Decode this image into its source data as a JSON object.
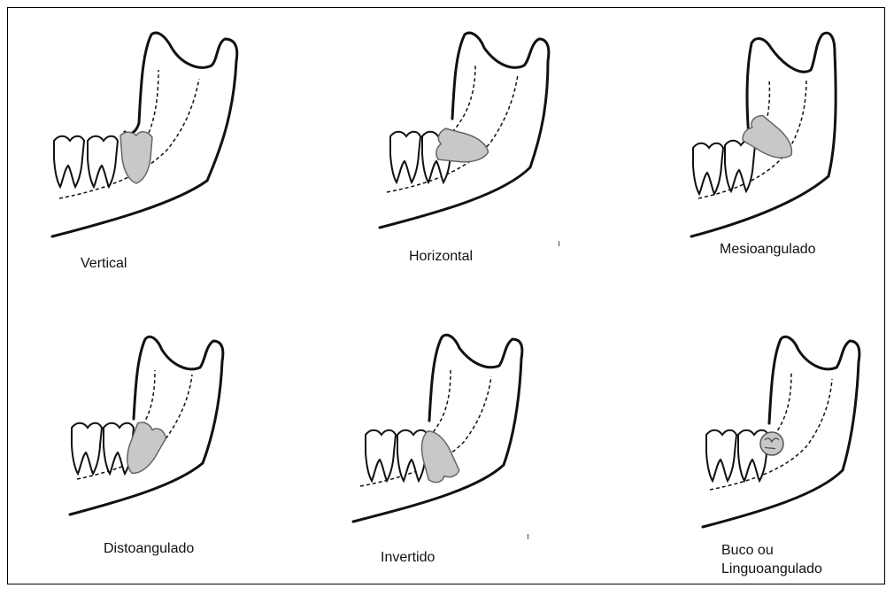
{
  "figure": {
    "panels": [
      {
        "id": "vertical",
        "caption": "Vertical",
        "tooth": {
          "angle": 0,
          "shape": "crown"
        }
      },
      {
        "id": "horizontal",
        "caption": "Horizontal",
        "tooth": {
          "angle": -80,
          "shape": "crown"
        }
      },
      {
        "id": "mesioangulado",
        "caption": "Mesioangulado",
        "tooth": {
          "angle": -45,
          "shape": "crown"
        }
      },
      {
        "id": "distoangulado",
        "caption": "Distoangulado",
        "tooth": {
          "angle": 25,
          "shape": "crown"
        }
      },
      {
        "id": "invertido",
        "caption": "Invertido",
        "tooth": {
          "angle": 180,
          "shape": "crown"
        }
      },
      {
        "id": "bucolinguo",
        "caption_line1": "Buco ou",
        "caption_line2": "Linguoangulado",
        "tooth": {
          "angle": 0,
          "shape": "round"
        }
      }
    ],
    "colors": {
      "outline": "#111111",
      "impacted_tooth": "#c8c8c8",
      "background": "#ffffff"
    }
  }
}
